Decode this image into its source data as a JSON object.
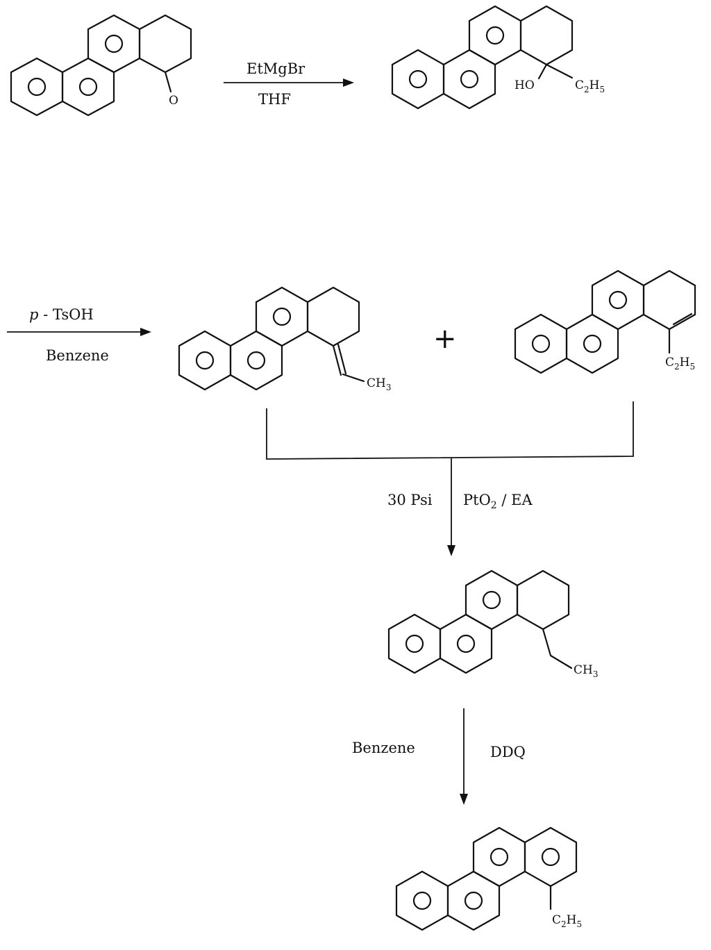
{
  "reagents": {
    "step1_above": "EtMgBr",
    "step1_below": "THF",
    "step2_above_italic": "p",
    "step2_above_rest": " - TsOH",
    "step2_below": "Benzene",
    "step3_left": "30  Psi",
    "step3_right_a": "PtO",
    "step3_right_sub": "2",
    "step3_right_b": " / EA",
    "step4_left": "Benzene",
    "step4_right": "DDQ"
  },
  "plus_sign": "+",
  "labels": {
    "ketone_o": "O",
    "alcohol_ho": "HO",
    "ethyl_c": "C",
    "ethyl_h": "H",
    "ethyl_sub2": "2",
    "ethyl_sub5": "5",
    "methyl_ch": "CH",
    "methyl_sub3": "3"
  }
}
